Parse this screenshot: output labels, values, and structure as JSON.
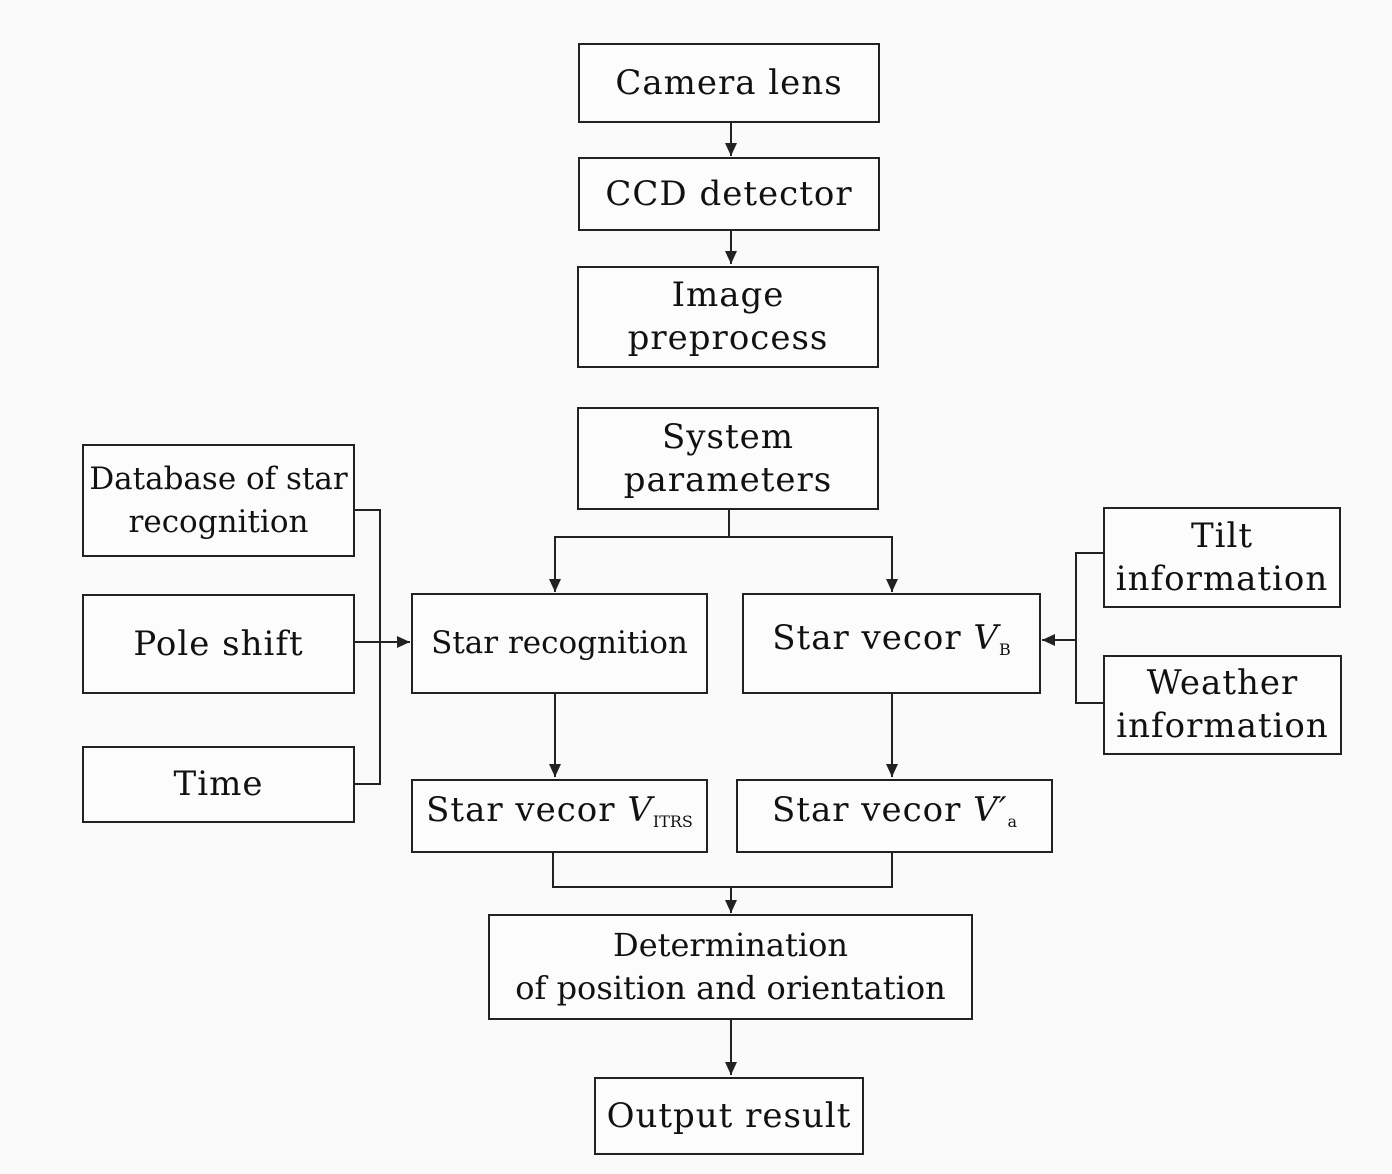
{
  "nodes": {
    "camera_lens": {
      "label": "Camera lens"
    },
    "ccd_detector": {
      "label": "CCD detector"
    },
    "image_preprocess": {
      "line1": "Image",
      "line2": "preprocess"
    },
    "system_parameters": {
      "line1": "System",
      "line2": "parameters"
    },
    "database": {
      "line1": "Database of star",
      "line2": "recognition"
    },
    "pole_shift": {
      "label": "Pole shift"
    },
    "time": {
      "label": "Time"
    },
    "star_recognition": {
      "label": "Star recognition"
    },
    "star_vector_b": {
      "prefix": "Star vecor ",
      "var": "V",
      "sub": "B"
    },
    "tilt_info": {
      "line1": "Tilt",
      "line2": "information"
    },
    "weather_info": {
      "line1": "Weather",
      "line2": "information"
    },
    "star_vector_itrs": {
      "prefix": "Star vecor ",
      "var": "V",
      "sub": "ITRS"
    },
    "star_vector_a": {
      "prefix": "Star vecor ",
      "var": "V′",
      "sub": "a"
    },
    "determination": {
      "line1": "Determination",
      "line2": "of position and orientation"
    },
    "output_result": {
      "label": "Output result"
    }
  },
  "edges": [
    {
      "from": "camera_lens",
      "to": "ccd_detector"
    },
    {
      "from": "ccd_detector",
      "to": "image_preprocess"
    },
    {
      "from": "system_parameters",
      "to": "star_recognition"
    },
    {
      "from": "system_parameters",
      "to": "star_vector_b"
    },
    {
      "from": "database",
      "to": "star_recognition"
    },
    {
      "from": "pole_shift",
      "to": "star_recognition"
    },
    {
      "from": "time",
      "to": "star_recognition"
    },
    {
      "from": "tilt_info",
      "to": "star_vector_b"
    },
    {
      "from": "weather_info",
      "to": "star_vector_b"
    },
    {
      "from": "star_recognition",
      "to": "star_vector_itrs"
    },
    {
      "from": "star_vector_b",
      "to": "star_vector_a"
    },
    {
      "from": "star_vector_itrs",
      "to": "determination"
    },
    {
      "from": "star_vector_a",
      "to": "determination"
    },
    {
      "from": "determination",
      "to": "output_result"
    }
  ]
}
